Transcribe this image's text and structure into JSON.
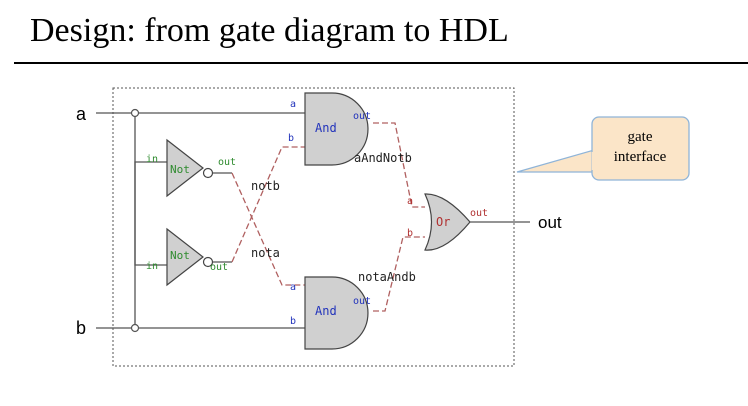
{
  "slide": {
    "title": "Design: from gate diagram to HDL"
  },
  "inputs": {
    "a": "a",
    "b": "b"
  },
  "output": {
    "label": "out"
  },
  "gates": {
    "not_top": {
      "name": "Not",
      "in_pin": "in",
      "out_pin": "out"
    },
    "not_bottom": {
      "name": "Not",
      "in_pin": "in",
      "out_pin": "out"
    },
    "and_top": {
      "name": "And",
      "pin_a": "a",
      "pin_b": "b",
      "out_pin": "out"
    },
    "and_bottom": {
      "name": "And",
      "pin_a": "a",
      "pin_b": "b",
      "out_pin": "out"
    },
    "or": {
      "name": "Or",
      "pin_a": "a",
      "pin_b": "b",
      "out_pin": "out"
    }
  },
  "wires": {
    "notb": "notb",
    "nota": "nota",
    "aAndNotb": "aAndNotb",
    "notaAndb": "notaAndb"
  },
  "callout": {
    "line1": "gate",
    "line2": "interface"
  },
  "colors": {
    "gate_fill": "#d0d0d0",
    "not_label": "#2e8b2e",
    "and_label": "#2233bb",
    "or_label": "#b03030",
    "internal_wire": "#b06060",
    "callout_fill": "#fbe5c8",
    "callout_border": "#8fb4d8"
  }
}
